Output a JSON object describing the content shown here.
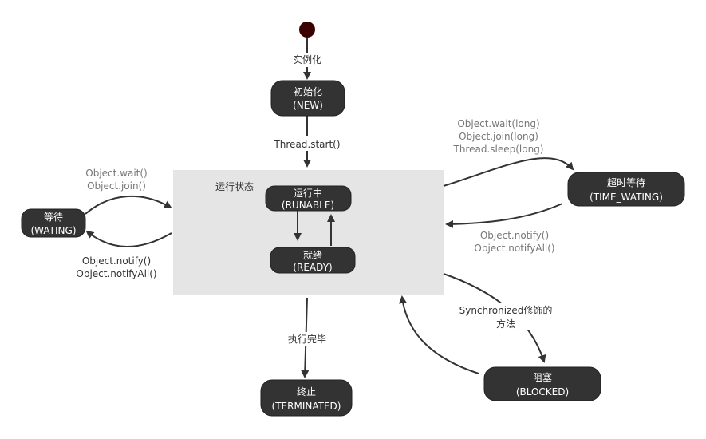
{
  "states": {
    "new": {
      "line1": "初始化",
      "line2": "(NEW)"
    },
    "running": {
      "line1": "运行中",
      "line2": "(RUNABLE)"
    },
    "ready": {
      "line1": "就绪",
      "line2": "(READY)"
    },
    "waiting": {
      "line1": "等待",
      "line2": "(WATING)"
    },
    "timed_waiting": {
      "line1": "超时等待",
      "line2": "(TIME_WATING)"
    },
    "blocked": {
      "line1": "阻塞",
      "line2": "(BLOCKED)"
    },
    "terminated": {
      "line1": "终止",
      "line2": "(TERMINATED)"
    }
  },
  "container": {
    "title": "运行状态"
  },
  "transitions": {
    "instantiate": "实例化",
    "start": "Thread.start()",
    "to_waiting": [
      "Object.wait()",
      "Object.join()"
    ],
    "from_waiting": [
      "Object.notify()",
      "Object.notifyAll()"
    ],
    "to_timed": [
      "Object.wait(long)",
      "Object.join(long)",
      "Thread.sleep(long)"
    ],
    "from_timed": [
      "Object.notify()",
      "Object.notifyAll()"
    ],
    "to_blocked": [
      "Synchronized修饰的",
      "方法"
    ],
    "finish": "执行完毕"
  },
  "colors": {
    "node_fill": "#333333",
    "container_fill": "#e5e5e5",
    "start_dot": "#3a0000",
    "arrow": "#333333"
  }
}
